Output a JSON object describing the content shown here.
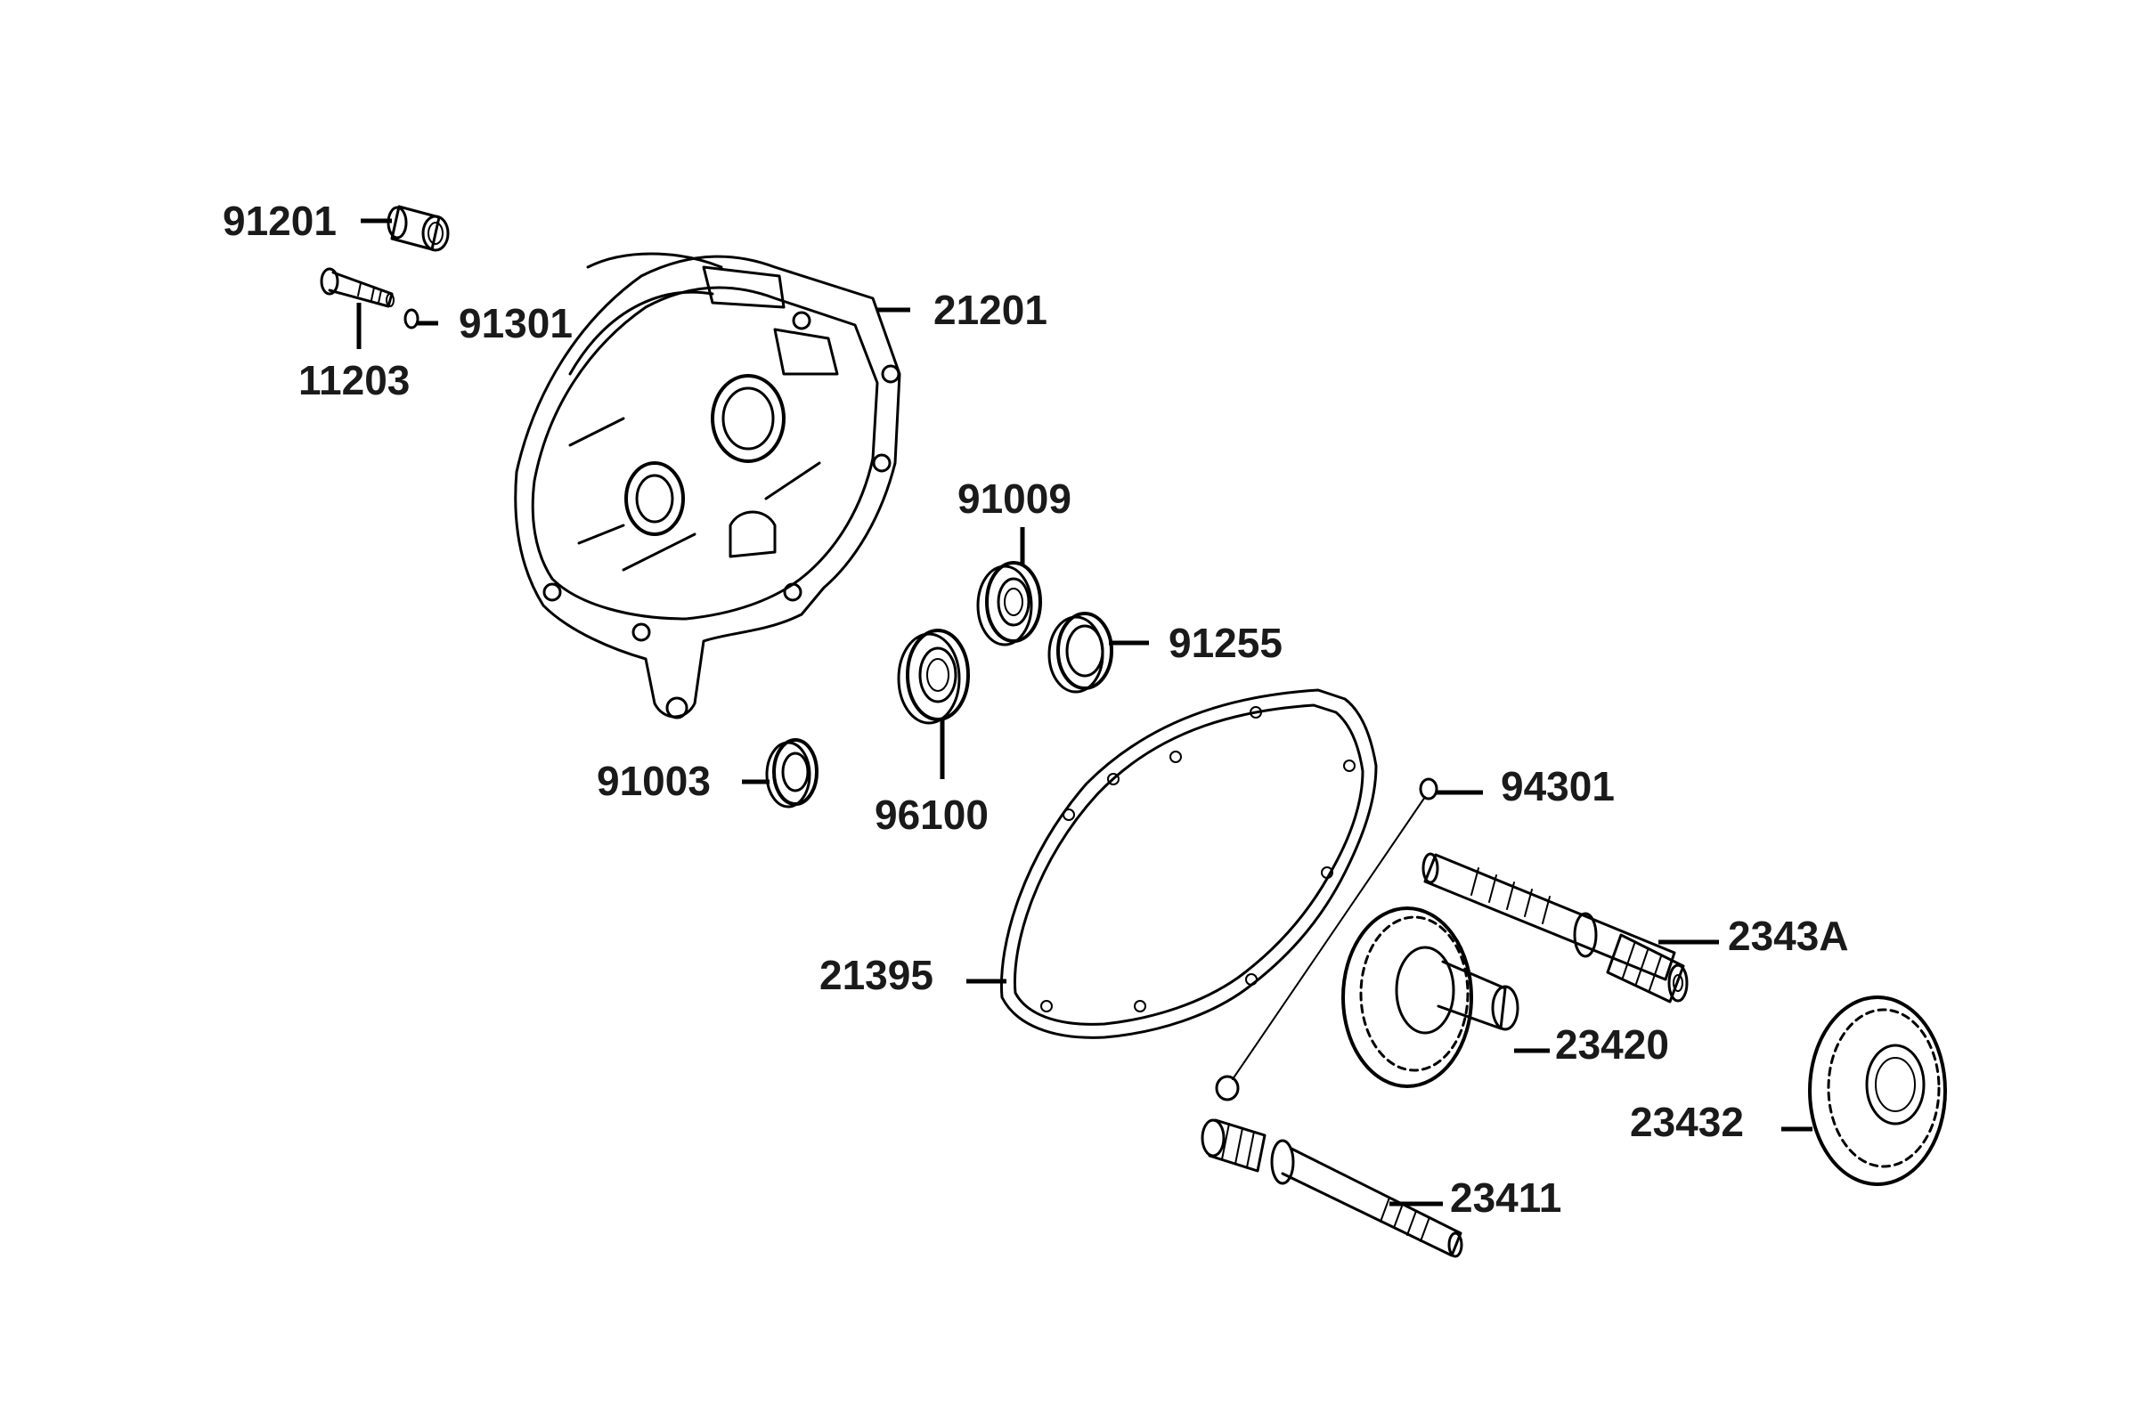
{
  "diagram": {
    "labels": {
      "p91201": "91201",
      "p91301": "91301",
      "p11203": "11203",
      "p21201": "21201",
      "p91009": "91009",
      "p91255": "91255",
      "p91003": "91003",
      "p96100": "96100",
      "p94301": "94301",
      "p2343A": "2343A",
      "p21395": "21395",
      "p23420": "23420",
      "p23432": "23432",
      "p23411": "23411"
    }
  }
}
